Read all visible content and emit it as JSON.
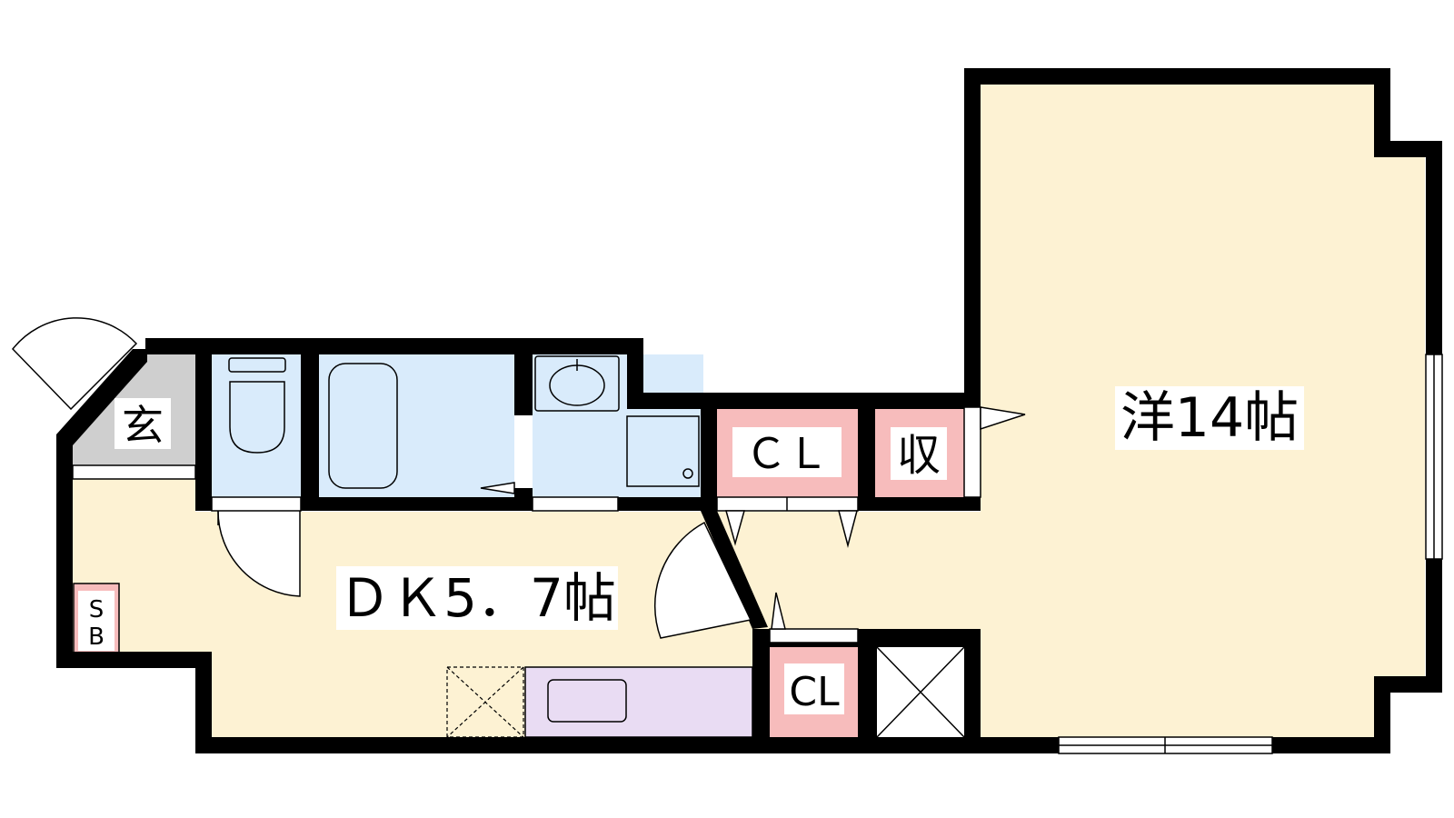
{
  "floorplan": {
    "colors": {
      "wall": "#000000",
      "room": "#fdf2d3",
      "water": "#d9ebfb",
      "storage": "#f7bcbc",
      "entrance": "#cfcfcf",
      "kitchen": "#e9dcf3"
    },
    "rooms": {
      "western": {
        "label": "洋14帖"
      },
      "dining_kitchen": {
        "label": "ＤＫ5．7帖"
      },
      "closet_main": {
        "label": "ＣＬ"
      },
      "storage": {
        "label": "収"
      },
      "closet_small": {
        "label": "CL"
      },
      "entrance": {
        "label": "玄"
      },
      "shoe_box": {
        "label_top": "S",
        "label_bottom": "B"
      }
    }
  }
}
